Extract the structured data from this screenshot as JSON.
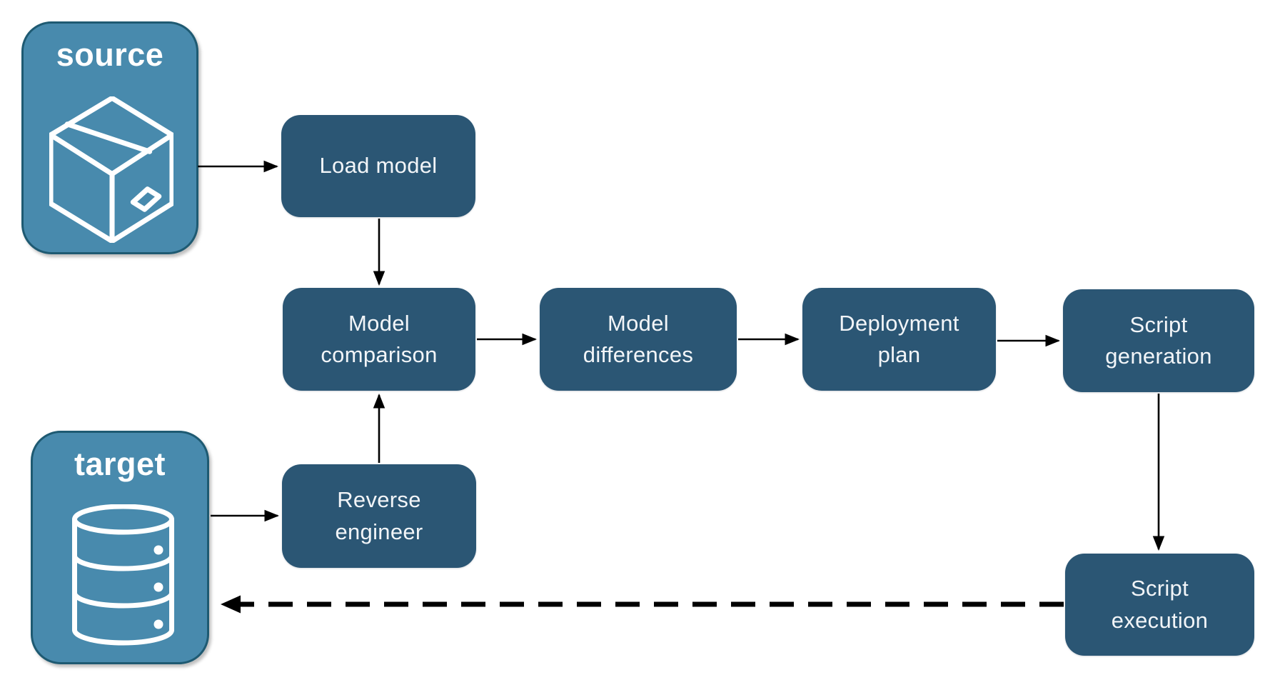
{
  "diagram": {
    "endpoints": {
      "source": {
        "label": "source",
        "icon": "package-box-icon"
      },
      "target": {
        "label": "target",
        "icon": "database-icon"
      }
    },
    "nodes": {
      "load_model": {
        "label": "Load model"
      },
      "model_comparison": {
        "label": "Model\ncomparison"
      },
      "model_differences": {
        "label": "Model\ndifferences"
      },
      "deployment_plan": {
        "label": "Deployment\nplan"
      },
      "script_generation": {
        "label": "Script\ngeneration"
      },
      "reverse_engineer": {
        "label": "Reverse\nengineer"
      },
      "script_execution": {
        "label": "Script\nexecution"
      }
    },
    "edges": [
      {
        "from": "source",
        "to": "load_model",
        "style": "solid"
      },
      {
        "from": "load_model",
        "to": "model_comparison",
        "style": "solid"
      },
      {
        "from": "model_comparison",
        "to": "model_differences",
        "style": "solid"
      },
      {
        "from": "model_differences",
        "to": "deployment_plan",
        "style": "solid"
      },
      {
        "from": "deployment_plan",
        "to": "script_generation",
        "style": "solid"
      },
      {
        "from": "script_generation",
        "to": "script_execution",
        "style": "solid"
      },
      {
        "from": "target",
        "to": "reverse_engineer",
        "style": "solid"
      },
      {
        "from": "reverse_engineer",
        "to": "model_comparison",
        "style": "solid"
      },
      {
        "from": "script_execution",
        "to": "target",
        "style": "dashed"
      }
    ],
    "colors": {
      "node_fill": "#2B5674",
      "node_text": "#F2F5F8",
      "endpoint_fill": "#488AAD",
      "endpoint_border": "#1E5A72",
      "endpoint_text": "#FFFFFF",
      "arrow": "#000000",
      "background": "#FFFFFF"
    }
  }
}
